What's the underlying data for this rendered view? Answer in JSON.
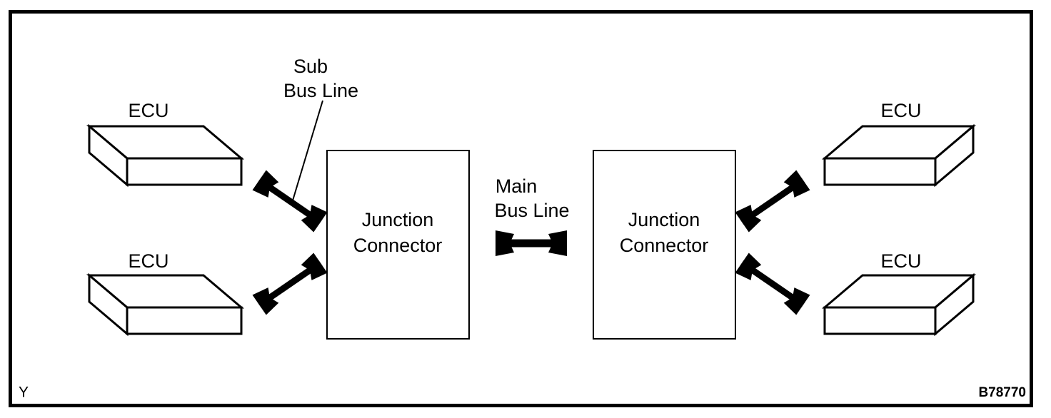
{
  "figure": {
    "frame": {
      "stroke_color": "#000000",
      "background_color": "#ffffff"
    },
    "corner_marks": {
      "bottom_left": "Y",
      "bottom_right": "B78770"
    },
    "ecu_boxes": [
      {
        "id": "ecu-top-left",
        "label": "ECU",
        "position": "top-left",
        "orientation": "skew-right"
      },
      {
        "id": "ecu-bottom-left",
        "label": "ECU",
        "position": "bottom-left",
        "orientation": "skew-right"
      },
      {
        "id": "ecu-top-right",
        "label": "ECU",
        "position": "top-right",
        "orientation": "skew-left"
      },
      {
        "id": "ecu-bottom-right",
        "label": "ECU",
        "position": "bottom-right",
        "orientation": "skew-left"
      }
    ],
    "junction_connectors": [
      {
        "id": "junction-connector-left",
        "line1": "Junction",
        "line2": "Connector"
      },
      {
        "id": "junction-connector-right",
        "line1": "Junction",
        "line2": "Connector"
      }
    ],
    "bus_lines": {
      "sub": {
        "line1": "Sub",
        "line2": "Bus Line",
        "has_leader": true
      },
      "main": {
        "line1": "Main",
        "line2": "Bus Line",
        "has_leader": false
      }
    },
    "arrows": [
      {
        "id": "arrow-ecu-top-left-to-junction-left",
        "direction": "bidirectional",
        "angle": "down-right"
      },
      {
        "id": "arrow-ecu-bottom-left-to-junction-left",
        "direction": "bidirectional",
        "angle": "up-right"
      },
      {
        "id": "arrow-junction-left-to-junction-right",
        "direction": "bidirectional",
        "angle": "horizontal"
      },
      {
        "id": "arrow-junction-right-to-ecu-top-right",
        "direction": "bidirectional",
        "angle": "up-right"
      },
      {
        "id": "arrow-junction-right-to-ecu-bottom-right",
        "direction": "bidirectional",
        "angle": "down-right"
      }
    ]
  }
}
